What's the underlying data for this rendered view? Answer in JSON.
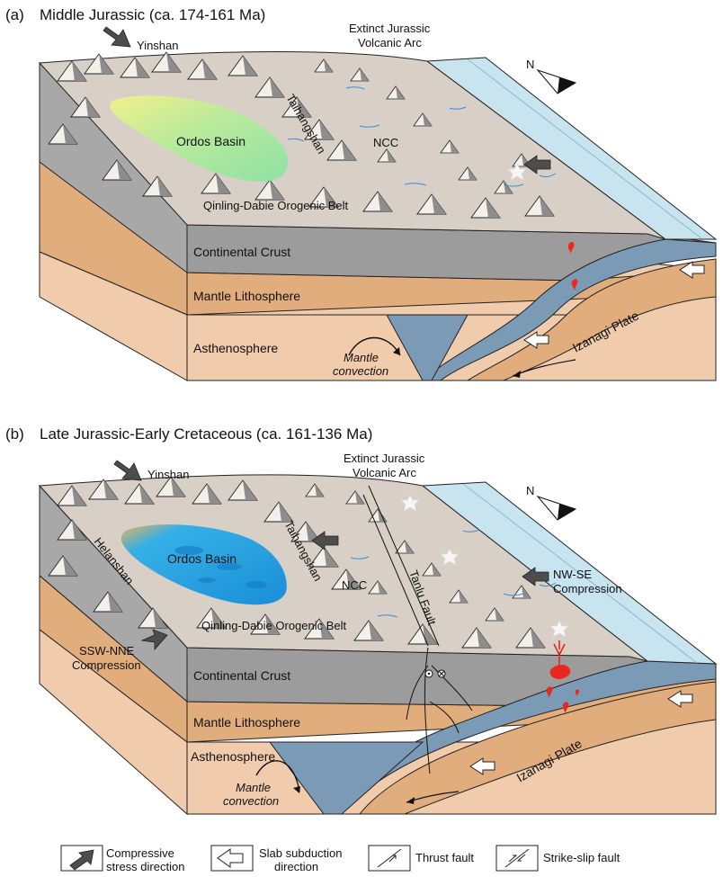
{
  "panels": [
    {
      "letter": "(a)",
      "title": "Middle Jurassic (ca. 174-161 Ma)",
      "north": "N",
      "labels": {
        "yinshan": "Yinshan",
        "arc_line1": "Extinct Jurassic",
        "arc_line2": "Volcanic Arc",
        "taihangshan": "Taihangshan",
        "ordos": "Ordos Basin",
        "ncc": "NCC",
        "qinling": "Qinling-Dabie Orogenic Belt",
        "crust": "Continental Crust",
        "mantle": "Mantle Lithosphere",
        "astheno": "Asthenosphere",
        "convection_line1": "Mantle",
        "convection_line2": "convection",
        "plate": "Izanagi Plate"
      }
    },
    {
      "letter": "(b)",
      "title": "Late Jurassic-Early Cretaceous (ca. 161-136 Ma)",
      "north": "N",
      "labels": {
        "yinshan": "Yinshan",
        "arc_line1": "Extinct Jurassic",
        "arc_line2": "Volcanic Arc",
        "taihangshan": "Taihangshan",
        "helanshan": "Helanshan",
        "ordos": "Ordos Basin",
        "ncc": "NCC",
        "tanlu": "Tanlu Fault",
        "nwse_line1": "NW-SE",
        "nwse_line2": "Compression",
        "ssw_line1": "SSW-NNE",
        "ssw_line2": "Compression",
        "qinling": "Qinling-Dabie Orogenic Belt",
        "crust": "Continental Crust",
        "mantle": "Mantle Lithosphere",
        "astheno": "Asthenosphere",
        "convection_line1": "Mantle",
        "convection_line2": "convection",
        "plate": "Izanagi Plate"
      }
    }
  ],
  "legend": [
    {
      "line1": "Compressive",
      "line2": "stress direction",
      "icon": "compressive-arrow-icon"
    },
    {
      "line1": "Slab subduction",
      "line2": "direction",
      "icon": "subduction-arrow-icon"
    },
    {
      "line1": "Thrust fault",
      "line2": "",
      "icon": "thrust-fault-icon"
    },
    {
      "line1": "Strike-slip fault",
      "line2": "",
      "icon": "strike-slip-fault-icon"
    }
  ],
  "colors": {
    "surface": "#d8cfc6",
    "crust": "#9c9c9c",
    "crust_side": "#a8a8a8",
    "mantle_lith": "#e2ad7c",
    "astheno": "#f1ccac",
    "ocean": "#c7e4ef",
    "slab": "#7a9ab5",
    "magma": "#e8281e",
    "ordos_a": "#a8e79a",
    "ordos_b": "#2aa8df"
  }
}
